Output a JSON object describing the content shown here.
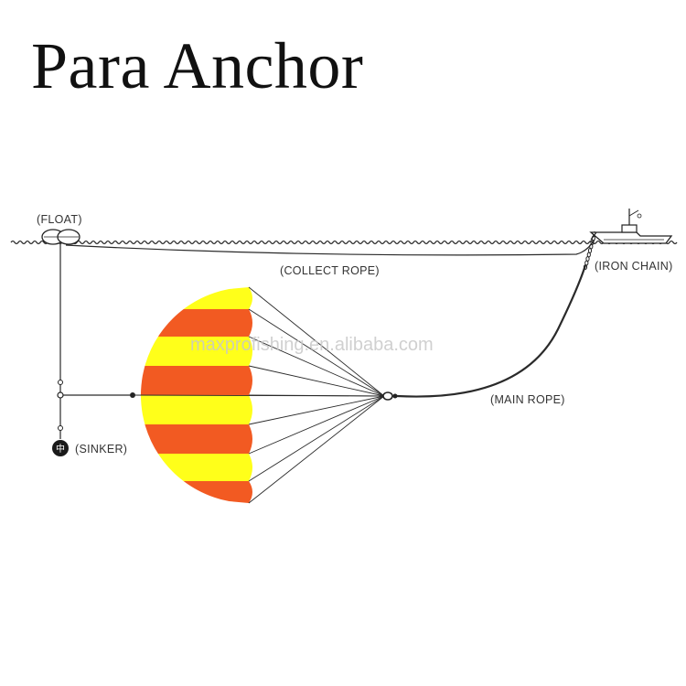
{
  "title": "Para Anchor",
  "labels": {
    "float": "(FLOAT)",
    "collect_rope": "(COLLECT ROPE)",
    "iron_chain": "(IRON CHAIN)",
    "main_rope": "(MAIN ROPE)",
    "sinker": "(SINKER)"
  },
  "watermark": "maxprofishing.en.alibaba.com",
  "colors": {
    "panel_red": "#f25a22",
    "panel_yellow": "#ffff1a",
    "rope": "#2a2a2a",
    "sea": "#3b3b3b"
  }
}
